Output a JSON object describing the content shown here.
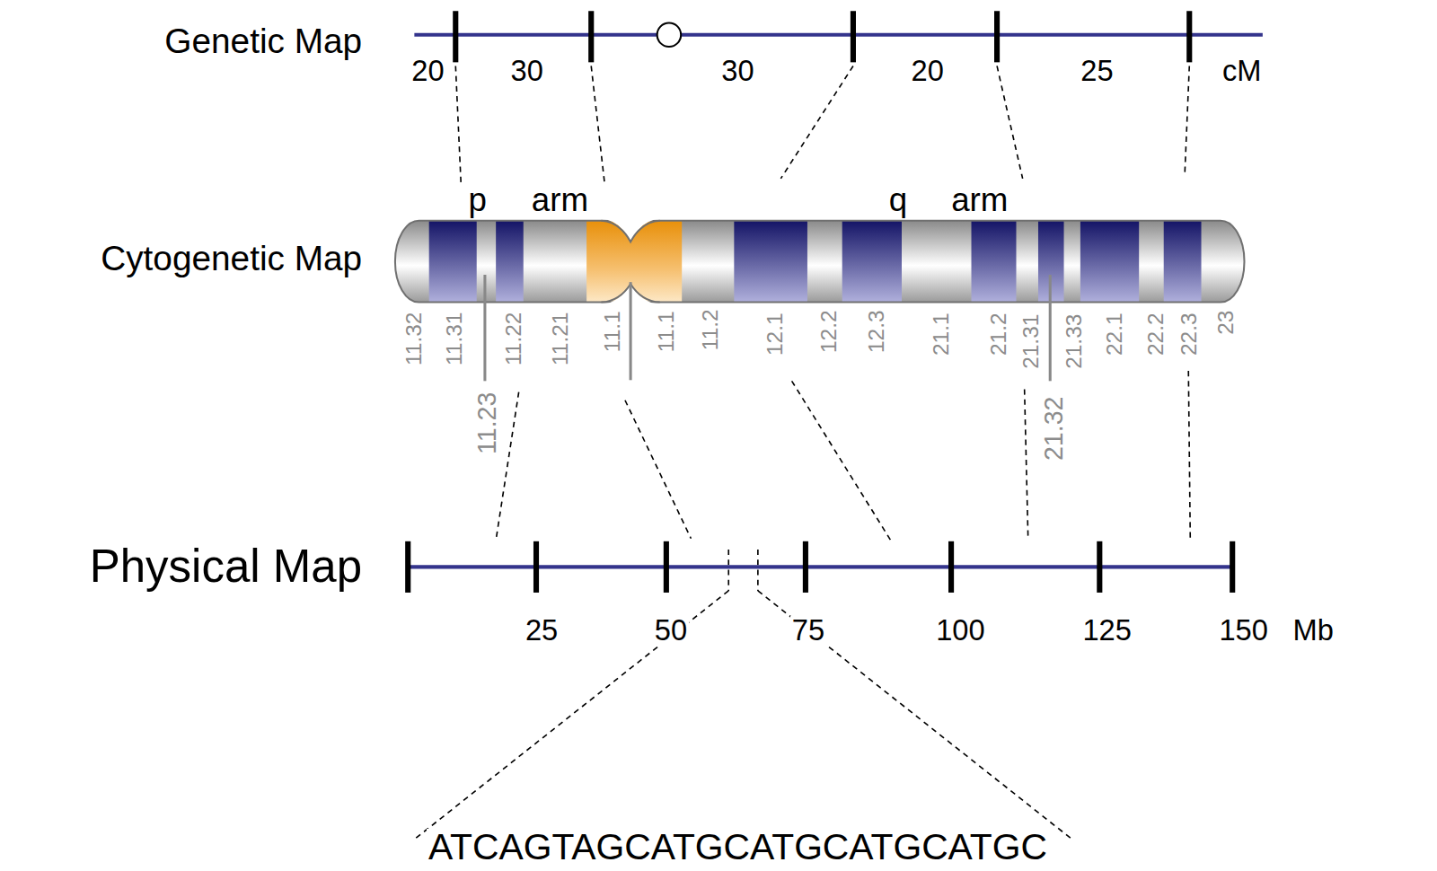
{
  "diagram": {
    "labels": [
      "Genetic Map",
      "20",
      "30",
      "30",
      "20",
      "25",
      "cM",
      "Cytogenetic Map",
      "p",
      "arm",
      "q",
      "arm",
      "11.32",
      "11.31",
      "11.22",
      "11.21",
      "11.1",
      "11.1",
      "11.2",
      "12.1",
      "12.2",
      "12.3",
      "21.1",
      "21.2",
      "21.31",
      "21.33",
      "22.1",
      "22.2",
      "22.3",
      "23",
      "11.23",
      "21.32",
      "Physical Map",
      "25",
      "50",
      "75",
      "100",
      "125",
      "150",
      "Mb",
      "ATCAGTAGCATGCATGCATGCATGC"
    ]
  }
}
